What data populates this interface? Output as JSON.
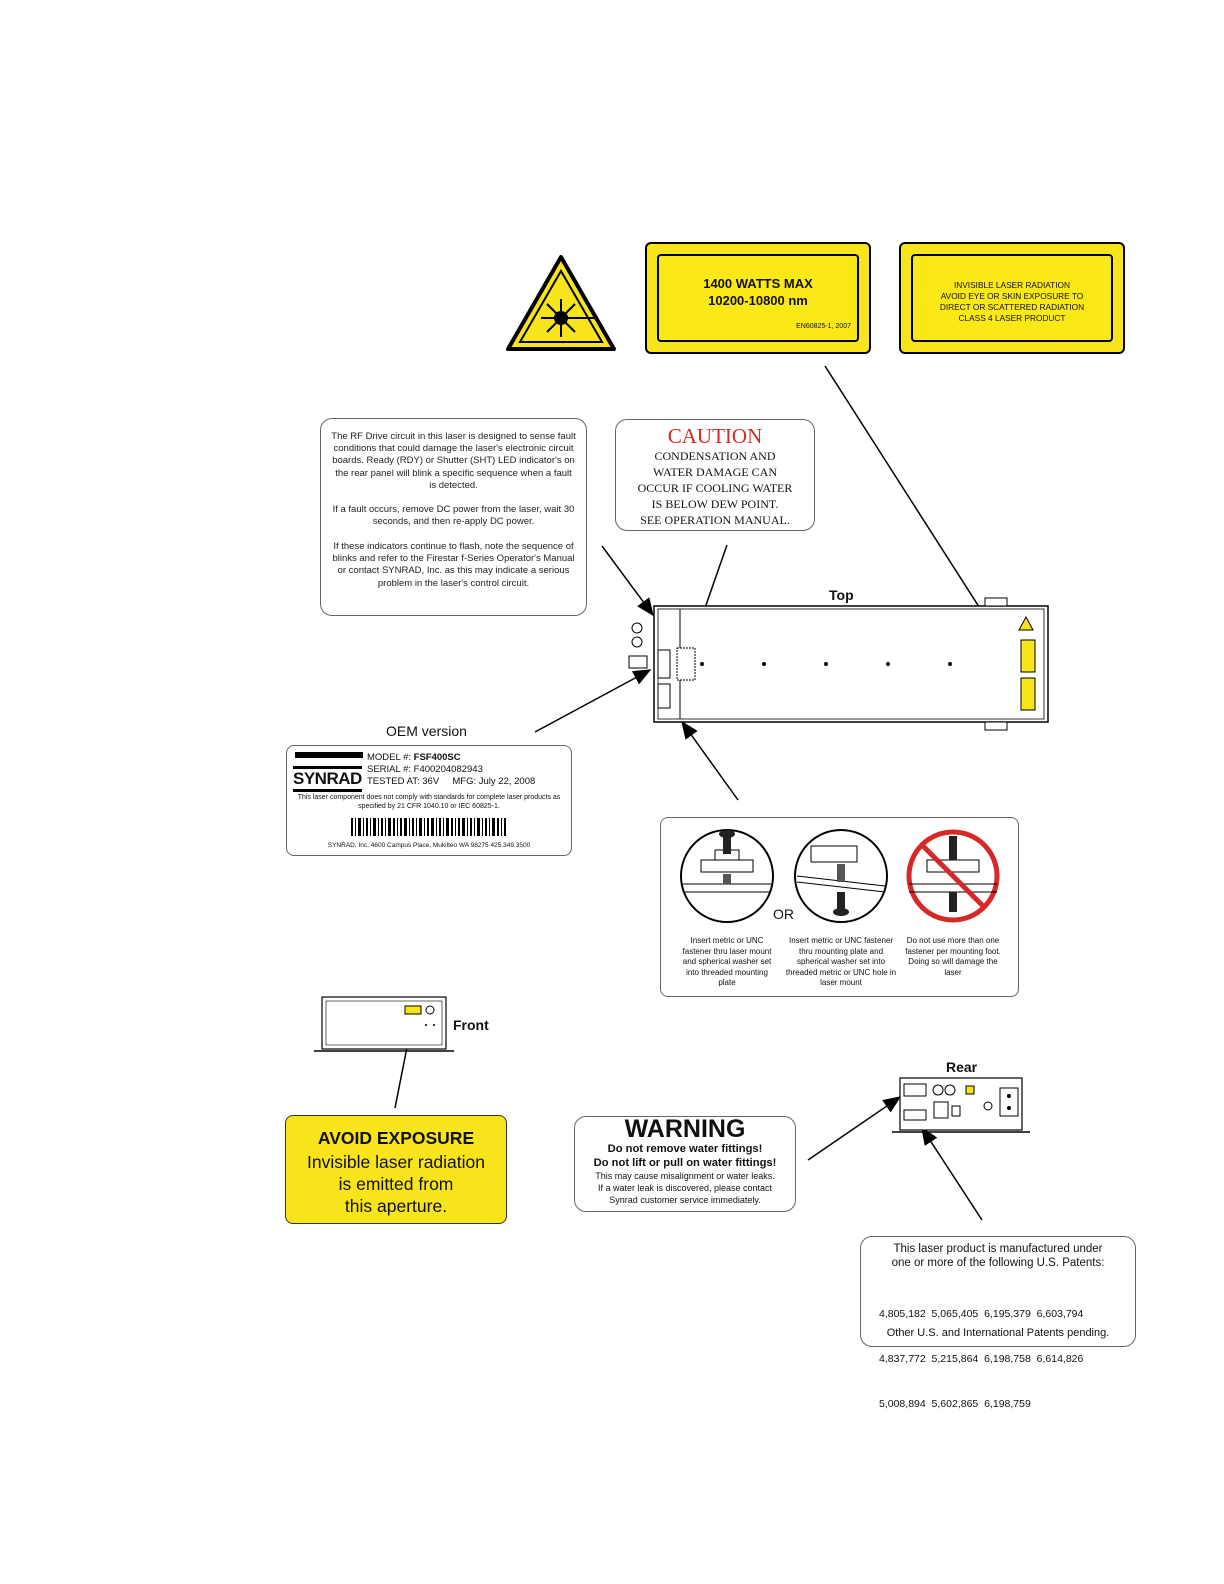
{
  "labels": {
    "power": {
      "line1": "1400 WATTS MAX",
      "line2": "10200-10800 nm",
      "std": "EN60825-1, 2007"
    },
    "invisible": {
      "lines": [
        "INVISIBLE LASER RADIATION",
        "AVOID EYE OR SKIN EXPOSURE TO",
        "DIRECT OR SCATTERED RADIATION",
        "CLASS 4 LASER PRODUCT"
      ]
    },
    "rf_drive": {
      "p1": "The RF Drive circuit in this laser is designed to sense fault conditions that could damage the laser's electronic circuit boards. Ready (RDY) or Shutter (SHT) LED indicator's on the rear panel will blink a specific sequence when a fault is detected.",
      "p2": "If a fault occurs, remove DC power from the laser, wait 30 seconds, and then re-apply DC power.",
      "p3": "If these indicators continue to flash, note the sequence of blinks and refer to the Firestar f-Series Operator's Manual or contact SYNRAD, Inc. as this may indicate a serious problem in the laser's control circuit."
    },
    "caution": {
      "title": "CAUTION",
      "lines": [
        "CONDENSATION AND",
        "WATER DAMAGE CAN",
        "OCCUR IF COOLING WATER",
        "IS BELOW DEW POINT.",
        "SEE OPERATION MANUAL."
      ]
    },
    "top": "Top",
    "oem_title": "OEM version",
    "oem": {
      "brand": "SYNRAD",
      "model_label": "MODEL #:",
      "model": "FSF400SC",
      "serial_label": "SERIAL #:",
      "serial": "F400204082943",
      "tested_label": "TESTED AT:",
      "tested": "36V",
      "mfg_label": "MFG:",
      "mfg": "July 22, 2008",
      "compliance": "This laser component does not comply with standards for complete laser products as specified by 21 CFR 1040.10 or IEC 60825-1.",
      "address": "SYNRAD, Inc. 4600 Campus Place, Mukilteo WA 98275 425.349.3500"
    },
    "mounting": {
      "or": "OR",
      "cap1": "Insert metric or UNC fastener thru laser mount and spherical washer set into threaded mounting plate",
      "cap2": "Insert metric or UNC fastener thru mounting plate and spherical washer set into threaded metric or UNC hole in laser mount",
      "cap3": "Do not use more than one fastener per mounting foot. Doing so will damage the laser"
    },
    "front": "Front",
    "rear": "Rear",
    "avoid": {
      "title": "AVOID EXPOSURE",
      "lines": [
        "Invisible laser radiation",
        "is emitted from",
        "this aperture."
      ]
    },
    "warning": {
      "title": "WARNING",
      "l1": "Do not remove water fittings!",
      "l2": "Do not lift or pull on water fittings!",
      "l3": "This may cause misalignment or water leaks.",
      "l4": "If a water leak is discovered, please contact",
      "l5": "Synrad customer service immediately."
    },
    "patents": {
      "intro1": "This laser product is manufactured under",
      "intro2": "one or more of the following U.S. Patents:",
      "rows": [
        "4,805,182  5,065,405  6,195,379  6,603,794",
        "4,837,772  5,215,864  6,198,758  6,614,826",
        "5,008,894  5,602,865  6,198,759"
      ],
      "pending": "Other U.S. and International Patents pending."
    }
  },
  "colors": {
    "label_yellow": "#f7e41a",
    "caution_red": "#d62828",
    "prohibit_red": "#d62828"
  }
}
